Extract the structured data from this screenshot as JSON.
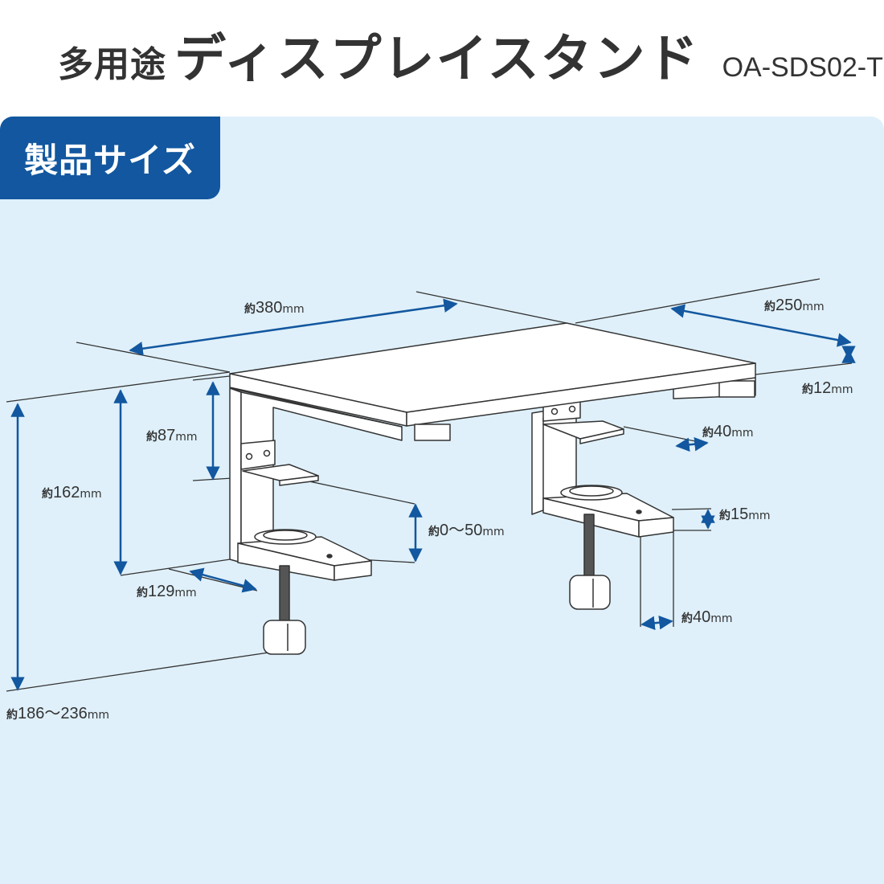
{
  "title": {
    "prefix": "多用途",
    "main": "ディスプレイスタンド",
    "model": "OA-SDS02-T"
  },
  "badge": {
    "label": "製品サイズ"
  },
  "colors": {
    "panel_bg": "#dff0fa",
    "badge_bg": "#12579f",
    "arrow": "#12579f",
    "outline": "#333333",
    "part_fill": "#ffffff"
  },
  "dimensions": {
    "width": {
      "prefix": "約",
      "value": "380",
      "unit": "mm"
    },
    "depth": {
      "prefix": "約",
      "value": "250",
      "unit": "mm"
    },
    "thickness": {
      "prefix": "約",
      "value": "12",
      "unit": "mm"
    },
    "height_87": {
      "prefix": "約",
      "value": "87",
      "unit": "mm"
    },
    "shelf_depth": {
      "prefix": "約",
      "value": "40",
      "unit": "mm"
    },
    "height_162": {
      "prefix": "約",
      "value": "162",
      "unit": "mm"
    },
    "clamp_range": {
      "prefix": "約",
      "value": "0〜50",
      "unit": "mm"
    },
    "clamp_thick": {
      "prefix": "約",
      "value": "15",
      "unit": "mm"
    },
    "clamp_depth": {
      "prefix": "約",
      "value": "129",
      "unit": "mm"
    },
    "clamp_width": {
      "prefix": "約",
      "value": "40",
      "unit": "mm"
    },
    "total_height": {
      "prefix": "約",
      "value": "186〜236",
      "unit": "mm"
    }
  }
}
